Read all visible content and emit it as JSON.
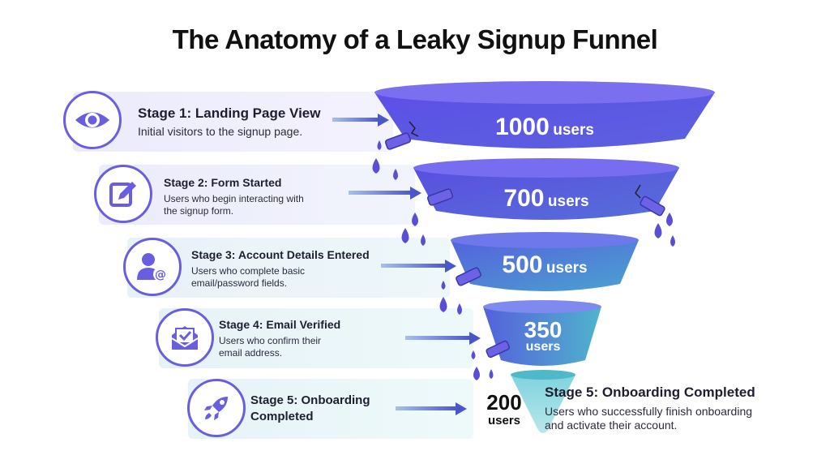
{
  "title": "The Anatomy of a Leaky Signup Funnel",
  "colors": {
    "accent": "#6a5ee0",
    "funnel_top": "#5b4fe0",
    "funnel_bottom": "#4fb8c9",
    "drop": "#5a4fd2"
  },
  "stages": [
    {
      "icon": "eye-icon",
      "title": "Stage 1: Landing Page View",
      "desc_lines": [
        "Initial visitors to the signup page."
      ],
      "count": "1000",
      "unit": "users"
    },
    {
      "icon": "edit-form-icon",
      "title": "Stage 2: Form Started",
      "desc_lines": [
        "Users who begin interacting with",
        "the signup form."
      ],
      "count": "700",
      "unit": "users"
    },
    {
      "icon": "user-at-icon",
      "title": "Stage 3: Account Details Entered",
      "desc_lines": [
        "Users who complete basic",
        "email/password fields."
      ],
      "count": "500",
      "unit": "users"
    },
    {
      "icon": "email-verified-icon",
      "title": "Stage 4: Email Verified",
      "desc_lines": [
        "Users who confirm their",
        "email address."
      ],
      "count": "350",
      "unit": "users"
    },
    {
      "icon": "rocket-icon",
      "title_lines": [
        "Stage 5: Onboarding",
        "Completed"
      ],
      "count": "200",
      "unit": "users"
    }
  ],
  "final_callout": {
    "title": "Stage 5: Onboarding Completed",
    "desc_lines": [
      "Users who successfully finish onboarding",
      "and activate their account."
    ]
  }
}
